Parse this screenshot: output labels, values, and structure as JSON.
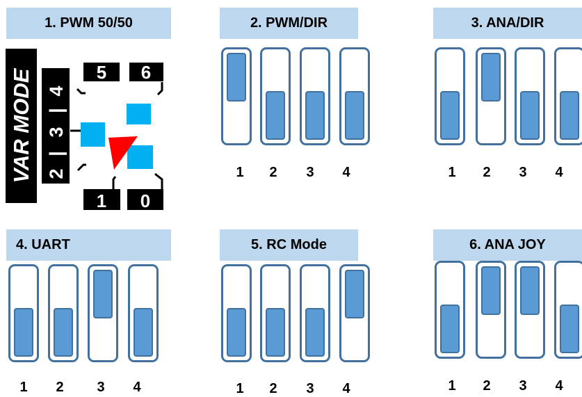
{
  "panels": [
    {
      "title": "1. PWM 50/50"
    },
    {
      "title": "2. PWM/DIR",
      "switches": [
        "up",
        "down",
        "down",
        "down"
      ],
      "numbers": [
        "1",
        "2",
        "3",
        "4"
      ]
    },
    {
      "title": "3. ANA/DIR",
      "switches": [
        "down",
        "up",
        "down",
        "down"
      ],
      "numbers": [
        "1",
        "2",
        "3",
        "4"
      ]
    },
    {
      "title": "4. UART",
      "switches": [
        "down",
        "down",
        "up",
        "down"
      ],
      "numbers": [
        "1",
        "2",
        "3",
        "4"
      ]
    },
    {
      "title": "5. RC Mode",
      "switches": [
        "down",
        "down",
        "down",
        "up"
      ],
      "numbers": [
        "1",
        "2",
        "3",
        "4"
      ]
    },
    {
      "title": "6. ANA JOY",
      "switches": [
        "down",
        "up",
        "up",
        "down"
      ],
      "numbers": [
        "1",
        "2",
        "3",
        "4"
      ]
    }
  ],
  "selector": {
    "side_label": "VAR MODE",
    "scale_labels": [
      "4",
      "3",
      "2"
    ],
    "positions": [
      "5",
      "6",
      "1",
      "0"
    ],
    "colors": {
      "box": "#000000",
      "pad": "#00b0f0",
      "pointer": "#ff0000"
    }
  }
}
